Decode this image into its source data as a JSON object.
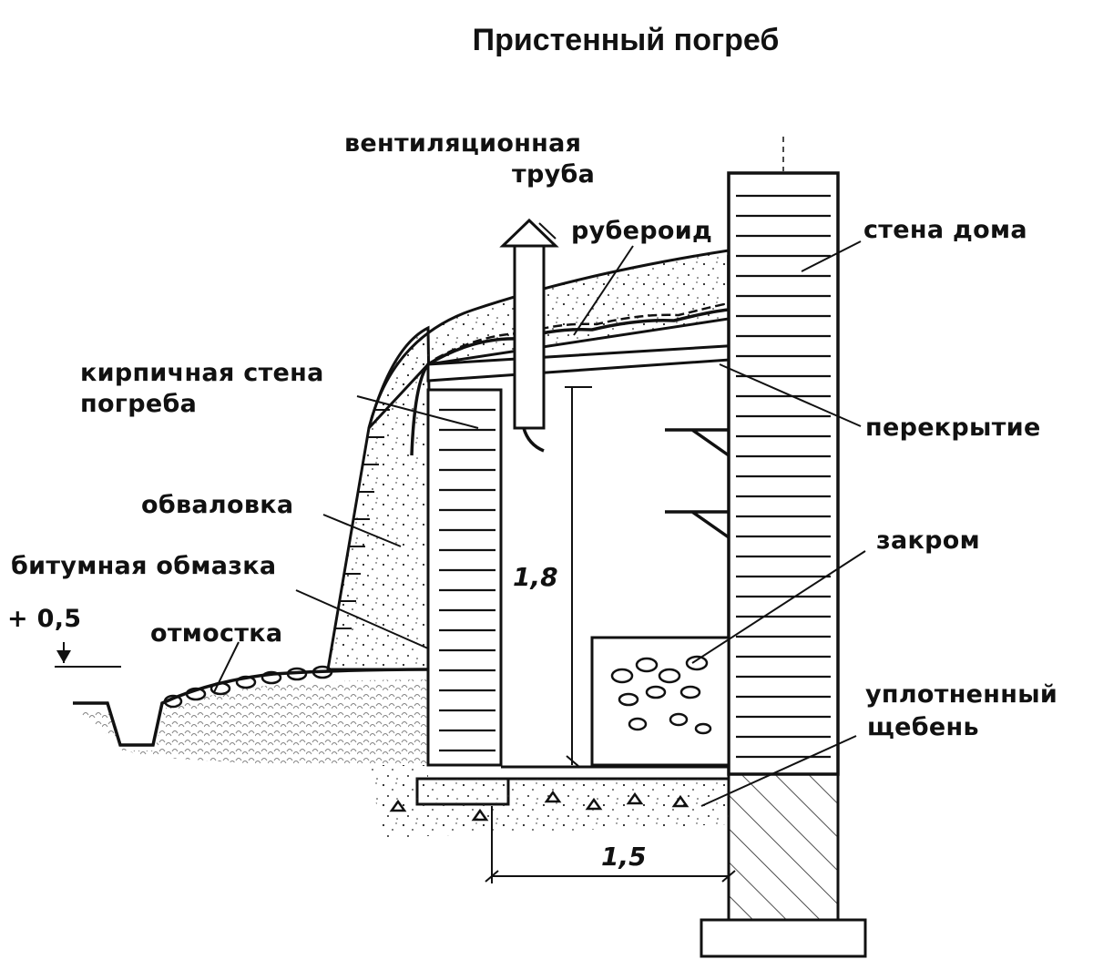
{
  "title": "Пристенный погреб",
  "labels": {
    "vent_pipe_line1": "вентиляционная",
    "vent_pipe_line2": "труба",
    "ruberoid": "рубероид",
    "house_wall": "стена дома",
    "brick_wall_line1": "кирпичная стена",
    "brick_wall_line2": "погреба",
    "floor_slab": "перекрытие",
    "embankment": "обваловка",
    "bin": "закром",
    "bitumen_coating": "битумная обмазка",
    "ground_level": "+ 0,5",
    "blind_area": "отмостка",
    "gravel_line1": "уплотненный",
    "gravel_line2": "щебень"
  },
  "dimensions": {
    "height": "1,8",
    "width": "1,5"
  },
  "colors": {
    "ink": "#111111",
    "paper": "#ffffff"
  }
}
